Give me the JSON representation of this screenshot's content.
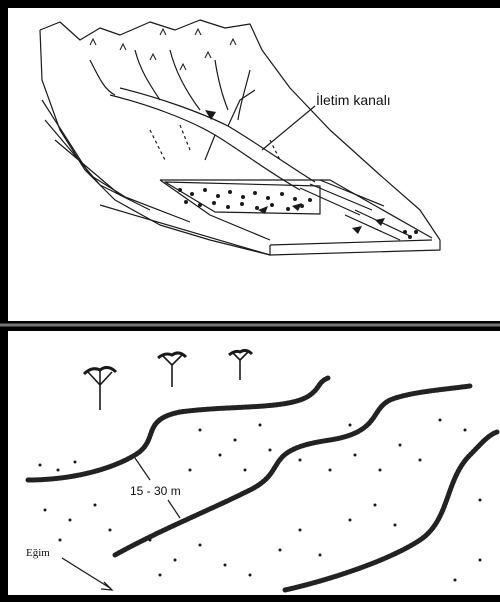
{
  "figure": {
    "top_panel": {
      "label": "İletim kanalı"
    },
    "bottom_panel": {
      "distance_label": "15 - 30 m",
      "slope_label": "Eğim"
    }
  },
  "colors": {
    "frame": "#000000",
    "ink": "#1a1a1a",
    "background": "#ffffff"
  }
}
